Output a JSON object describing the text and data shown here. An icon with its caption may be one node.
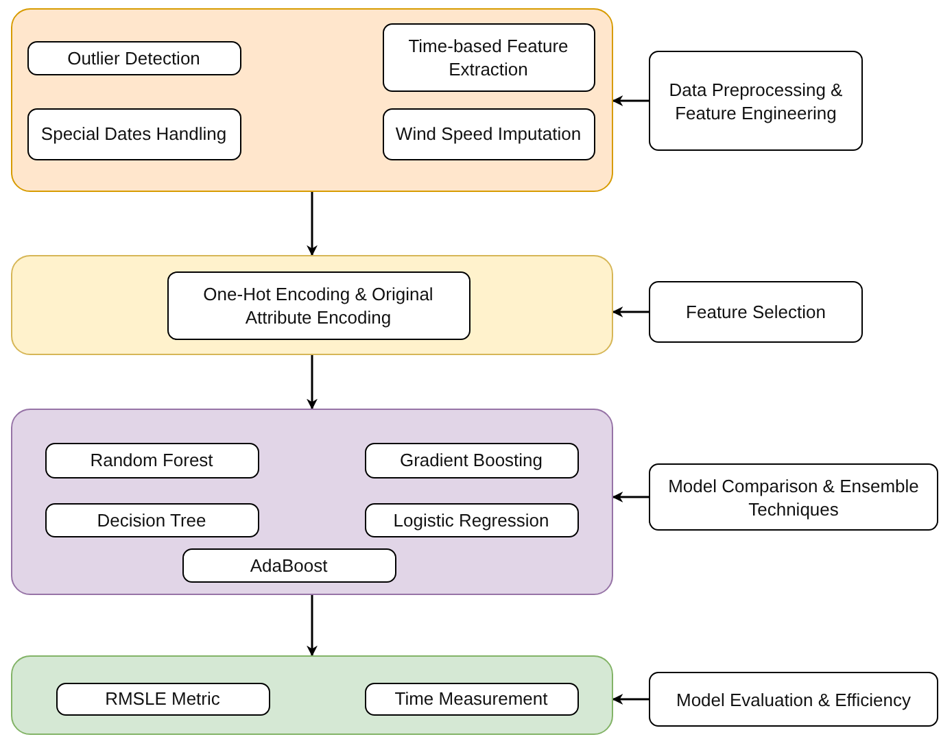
{
  "diagram": {
    "nodes": [
      {
        "text": [],
        "shape": "box"
      },
      {
        "text": [
          "Outlier Detection"
        ],
        "in": 0
      },
      {
        "text": [
          "Time-based Feature Extraction"
        ],
        "in": 0
      },
      {
        "text": [
          "Special Dates Handling"
        ],
        "in": 0
      },
      {
        "text": [
          "Wind Speed Imputation"
        ],
        "in": 0
      },
      {
        "text": [
          "Data Preprocessing & Feature Engineering"
        ]
      },
      {
        "text": [],
        "shape": "box"
      },
      {
        "text": [
          "One-Hot Encoding & Original Attribute Encoding"
        ],
        "in": 6
      },
      {
        "text": [
          "Feature Selection"
        ]
      },
      {
        "text": [],
        "shape": "box"
      },
      {
        "text": [
          "Random Forest"
        ],
        "in": 9
      },
      {
        "text": [
          "Gradient Boosting"
        ],
        "in": 9
      },
      {
        "text": [
          "Decision Tree"
        ],
        "in": 9
      },
      {
        "text": [
          "Logistic Regression"
        ],
        "in": 9
      },
      {
        "text": [
          "AdaBoost"
        ],
        "in": 9
      },
      {
        "text": [
          "Model Comparison & Ensemble Techniques"
        ]
      },
      {
        "text": [],
        "shape": "box"
      },
      {
        "text": [
          "RMSLE Metric"
        ],
        "in": 16
      },
      {
        "text": [
          "Time Measurement"
        ],
        "in": 16
      },
      {
        "text": [
          "Model Evaluation & Efficiency"
        ]
      }
    ],
    "edges": [
      {
        "from": 0,
        "to": 6,
        "arrow": "to"
      },
      {
        "from": 6,
        "to": 9,
        "arrow": "to"
      },
      {
        "from": 9,
        "to": 16,
        "arrow": "to"
      },
      {
        "from": 5,
        "to": 0,
        "arrow": "to"
      },
      {
        "from": 8,
        "to": 6,
        "arrow": "to"
      },
      {
        "from": 15,
        "to": 9,
        "arrow": "to"
      },
      {
        "from": 19,
        "to": 16,
        "arrow": "to"
      }
    ]
  }
}
